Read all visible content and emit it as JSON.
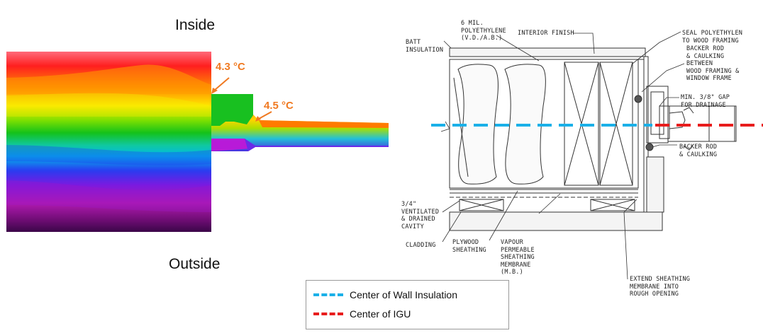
{
  "thermal": {
    "inside_label": "Inside",
    "outside_label": "Outside",
    "temp_left": "4.3 °C",
    "temp_right": "4.5 °C"
  },
  "section": {
    "notes": {
      "batt": "BATT\nINSULATION",
      "poly": "6 MIL.\nPOLYETHYLENE\n(V.D./A.B.)",
      "interior": "INTERIOR FINISH",
      "seal": "SEAL POLYETHYLEN\nTO WOOD FRAMING",
      "backer1": "BACKER ROD\n& CAULKING\nBETWEEN\nWOOD FRAMING &\nWINDOW FRAME",
      "gap": "MIN. 3/8\" GAP\nFOR DRAINAGE",
      "backer2": "BACKER ROD\n& CAULKING",
      "cavity": "3/4\"\nVENTILATED\n& DRAINED\nCAVITY",
      "cladding": "CLADDING",
      "plywood": "PLYWOOD\nSHEATHING",
      "vapour": "VAPOUR\nPERMEABLE\nSHEATHING\nMEMBRANE\n(M.B.)",
      "extend": "EXTEND SHEATHING\nMEMBRANE INTO\nROUGH OPENING"
    }
  },
  "legend": {
    "items": [
      {
        "label": "Center of Wall Insulation",
        "color": "#1ab0e8"
      },
      {
        "label": "Center of IGU",
        "color": "#e81c1c"
      }
    ]
  },
  "colors": {
    "thermal_gradient": [
      "#ff1a1a",
      "#ff8a00",
      "#ffe600",
      "#20c020",
      "#00c0d8",
      "#2a3cf0",
      "#8a1ad8",
      "#b01ab0",
      "#400850"
    ]
  }
}
